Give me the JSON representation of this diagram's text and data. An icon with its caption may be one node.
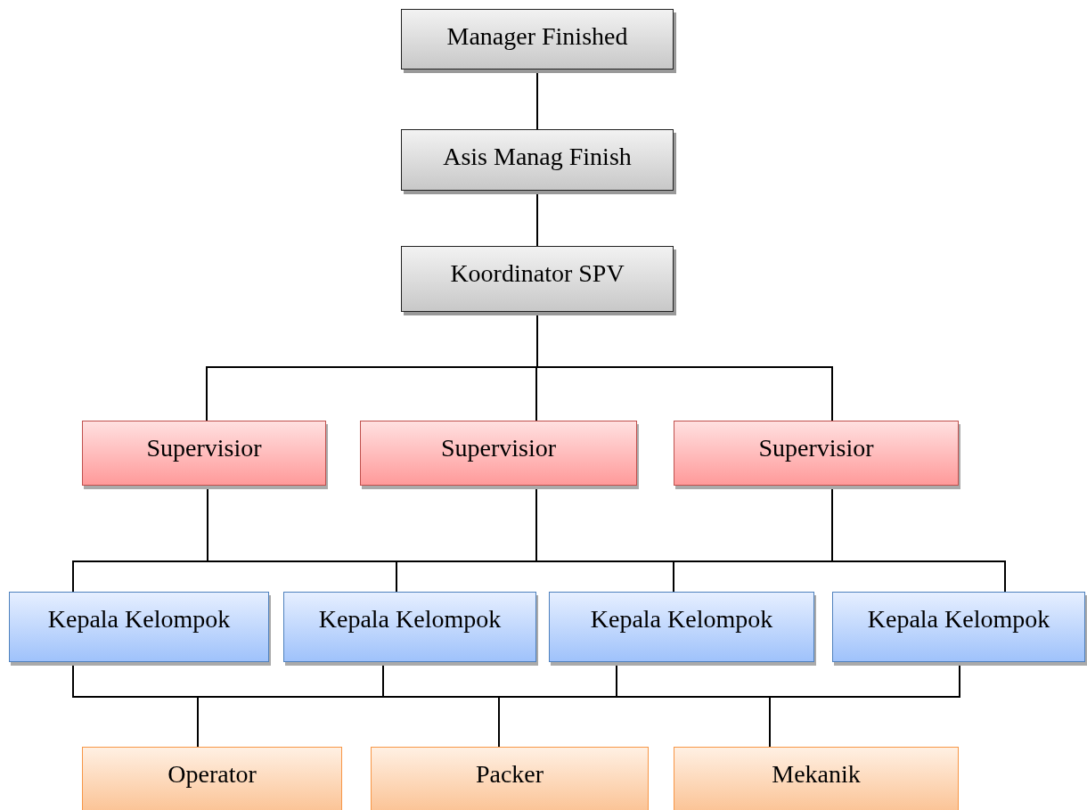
{
  "diagram": {
    "nodes": [
      {
        "text": [
          "Manager Finished"
        ]
      },
      {
        "text": [
          "Asis Manag Finish"
        ]
      },
      {
        "text": [
          "Koordinator SPV"
        ]
      },
      {
        "text": [
          "Supervisior"
        ]
      },
      {
        "text": [
          "Supervisior"
        ]
      },
      {
        "text": [
          "Supervisior"
        ]
      },
      {
        "text": [
          "Kepala Kelompok"
        ]
      },
      {
        "text": [
          "Kepala Kelompok"
        ]
      },
      {
        "text": [
          "Kepala Kelompok"
        ]
      },
      {
        "text": [
          "Kepala Kelompok"
        ]
      },
      {
        "text": [
          "Operator"
        ]
      },
      {
        "text": [
          "Packer"
        ]
      },
      {
        "text": [
          "Mekanik"
        ]
      }
    ],
    "edges": [
      {
        "from": 0,
        "to": 1,
        "arrow": "none"
      },
      {
        "from": 1,
        "to": 2,
        "arrow": "none"
      },
      {
        "from": 2,
        "to": 3,
        "arrow": "none"
      },
      {
        "from": 2,
        "to": 4,
        "arrow": "none"
      },
      {
        "from": 2,
        "to": 5,
        "arrow": "none"
      },
      {
        "from": 3,
        "to": 6,
        "arrow": "none"
      },
      {
        "from": 3,
        "to": 7,
        "arrow": "none"
      },
      {
        "from": 3,
        "to": 8,
        "arrow": "none"
      },
      {
        "from": 3,
        "to": 9,
        "arrow": "none"
      },
      {
        "from": 4,
        "to": 6,
        "arrow": "none"
      },
      {
        "from": 4,
        "to": 7,
        "arrow": "none"
      },
      {
        "from": 4,
        "to": 8,
        "arrow": "none"
      },
      {
        "from": 4,
        "to": 9,
        "arrow": "none"
      },
      {
        "from": 5,
        "to": 6,
        "arrow": "none"
      },
      {
        "from": 5,
        "to": 7,
        "arrow": "none"
      },
      {
        "from": 5,
        "to": 8,
        "arrow": "none"
      },
      {
        "from": 5,
        "to": 9,
        "arrow": "none"
      },
      {
        "from": 6,
        "to": 10,
        "arrow": "none"
      },
      {
        "from": 6,
        "to": 11,
        "arrow": "none"
      },
      {
        "from": 6,
        "to": 12,
        "arrow": "none"
      },
      {
        "from": 7,
        "to": 10,
        "arrow": "none"
      },
      {
        "from": 7,
        "to": 11,
        "arrow": "none"
      },
      {
        "from": 7,
        "to": 12,
        "arrow": "none"
      },
      {
        "from": 8,
        "to": 10,
        "arrow": "none"
      },
      {
        "from": 8,
        "to": 11,
        "arrow": "none"
      },
      {
        "from": 8,
        "to": 12,
        "arrow": "none"
      },
      {
        "from": 9,
        "to": 10,
        "arrow": "none"
      },
      {
        "from": 9,
        "to": 11,
        "arrow": "none"
      },
      {
        "from": 9,
        "to": 12,
        "arrow": "none"
      }
    ]
  }
}
